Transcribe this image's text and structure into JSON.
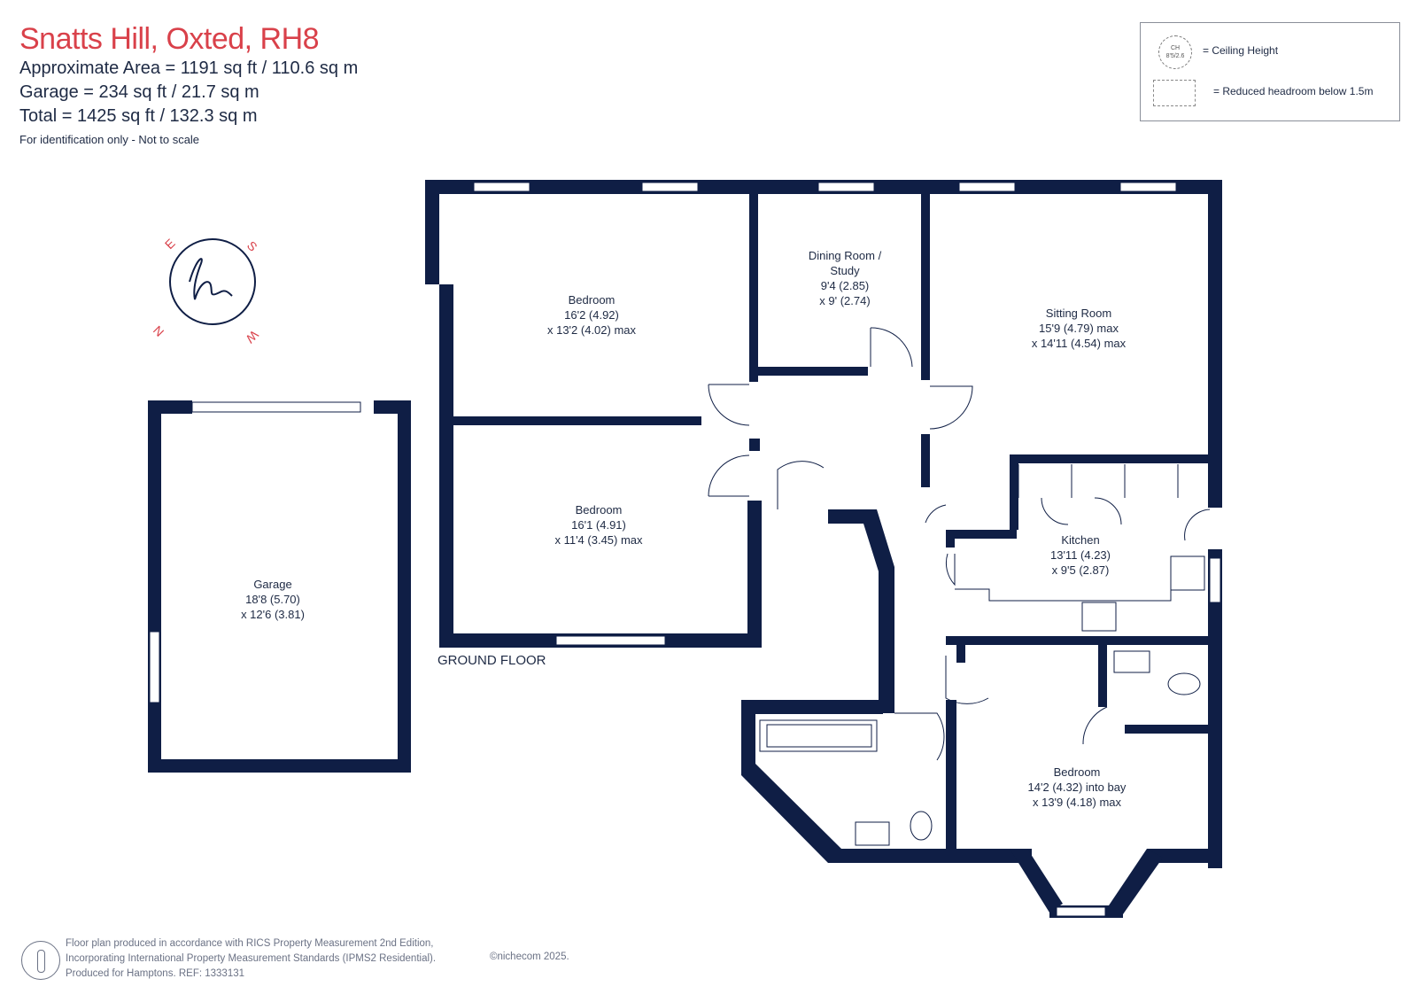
{
  "header": {
    "title": "Snatts Hill, Oxted, RH8",
    "area": "Approximate Area = 1191 sq ft / 110.6 sq m",
    "garage": "Garage = 234 sq ft / 21.7 sq m",
    "total": "Total = 1425 sq ft / 132.3 sq m",
    "note": "For identification only - Not to scale"
  },
  "legend": {
    "ch_top": "CH",
    "ch_value": "8'5/2.6",
    "ceiling_label": "= Ceiling Height",
    "reduced_label": "= Reduced headroom below 1.5m"
  },
  "compass": {
    "n": "N",
    "e": "E",
    "s": "S",
    "w": "W",
    "logo": "h"
  },
  "rooms": {
    "bedroom1": {
      "name": "Bedroom",
      "dim1": "16'2 (4.92)",
      "dim2": "x 13'2 (4.02) max"
    },
    "dining": {
      "name1": "Dining Room /",
      "name2": "Study",
      "dim1": "9'4 (2.85)",
      "dim2": "x 9' (2.74)"
    },
    "sitting": {
      "name": "Sitting Room",
      "dim1": "15'9 (4.79) max",
      "dim2": "x 14'11 (4.54) max"
    },
    "bedroom2": {
      "name": "Bedroom",
      "dim1": "16'1 (4.91)",
      "dim2": "x 11'4 (3.45) max"
    },
    "kitchen": {
      "name": "Kitchen",
      "dim1": "13'11 (4.23)",
      "dim2": "x 9'5 (2.87)"
    },
    "bedroom3": {
      "name": "Bedroom",
      "dim1": "14'2 (4.32) into bay",
      "dim2": "x 13'9 (4.18) max"
    },
    "garage": {
      "name": "Garage",
      "dim1": "18'8 (5.70)",
      "dim2": "x 12'6 (3.81)"
    }
  },
  "floor_label": "GROUND FLOOR",
  "footer": {
    "line1": "Floor plan produced in accordance with RICS Property Measurement 2nd Edition,",
    "line2": "Incorporating International Property Measurement Standards (IPMS2 Residential).",
    "line3": "Produced for Hamptons.   REF:  1333131",
    "copyright": "©nichecom 2025."
  },
  "colors": {
    "wall": "#0f1e45",
    "accent": "#d9414a",
    "text": "#1e2a44"
  }
}
